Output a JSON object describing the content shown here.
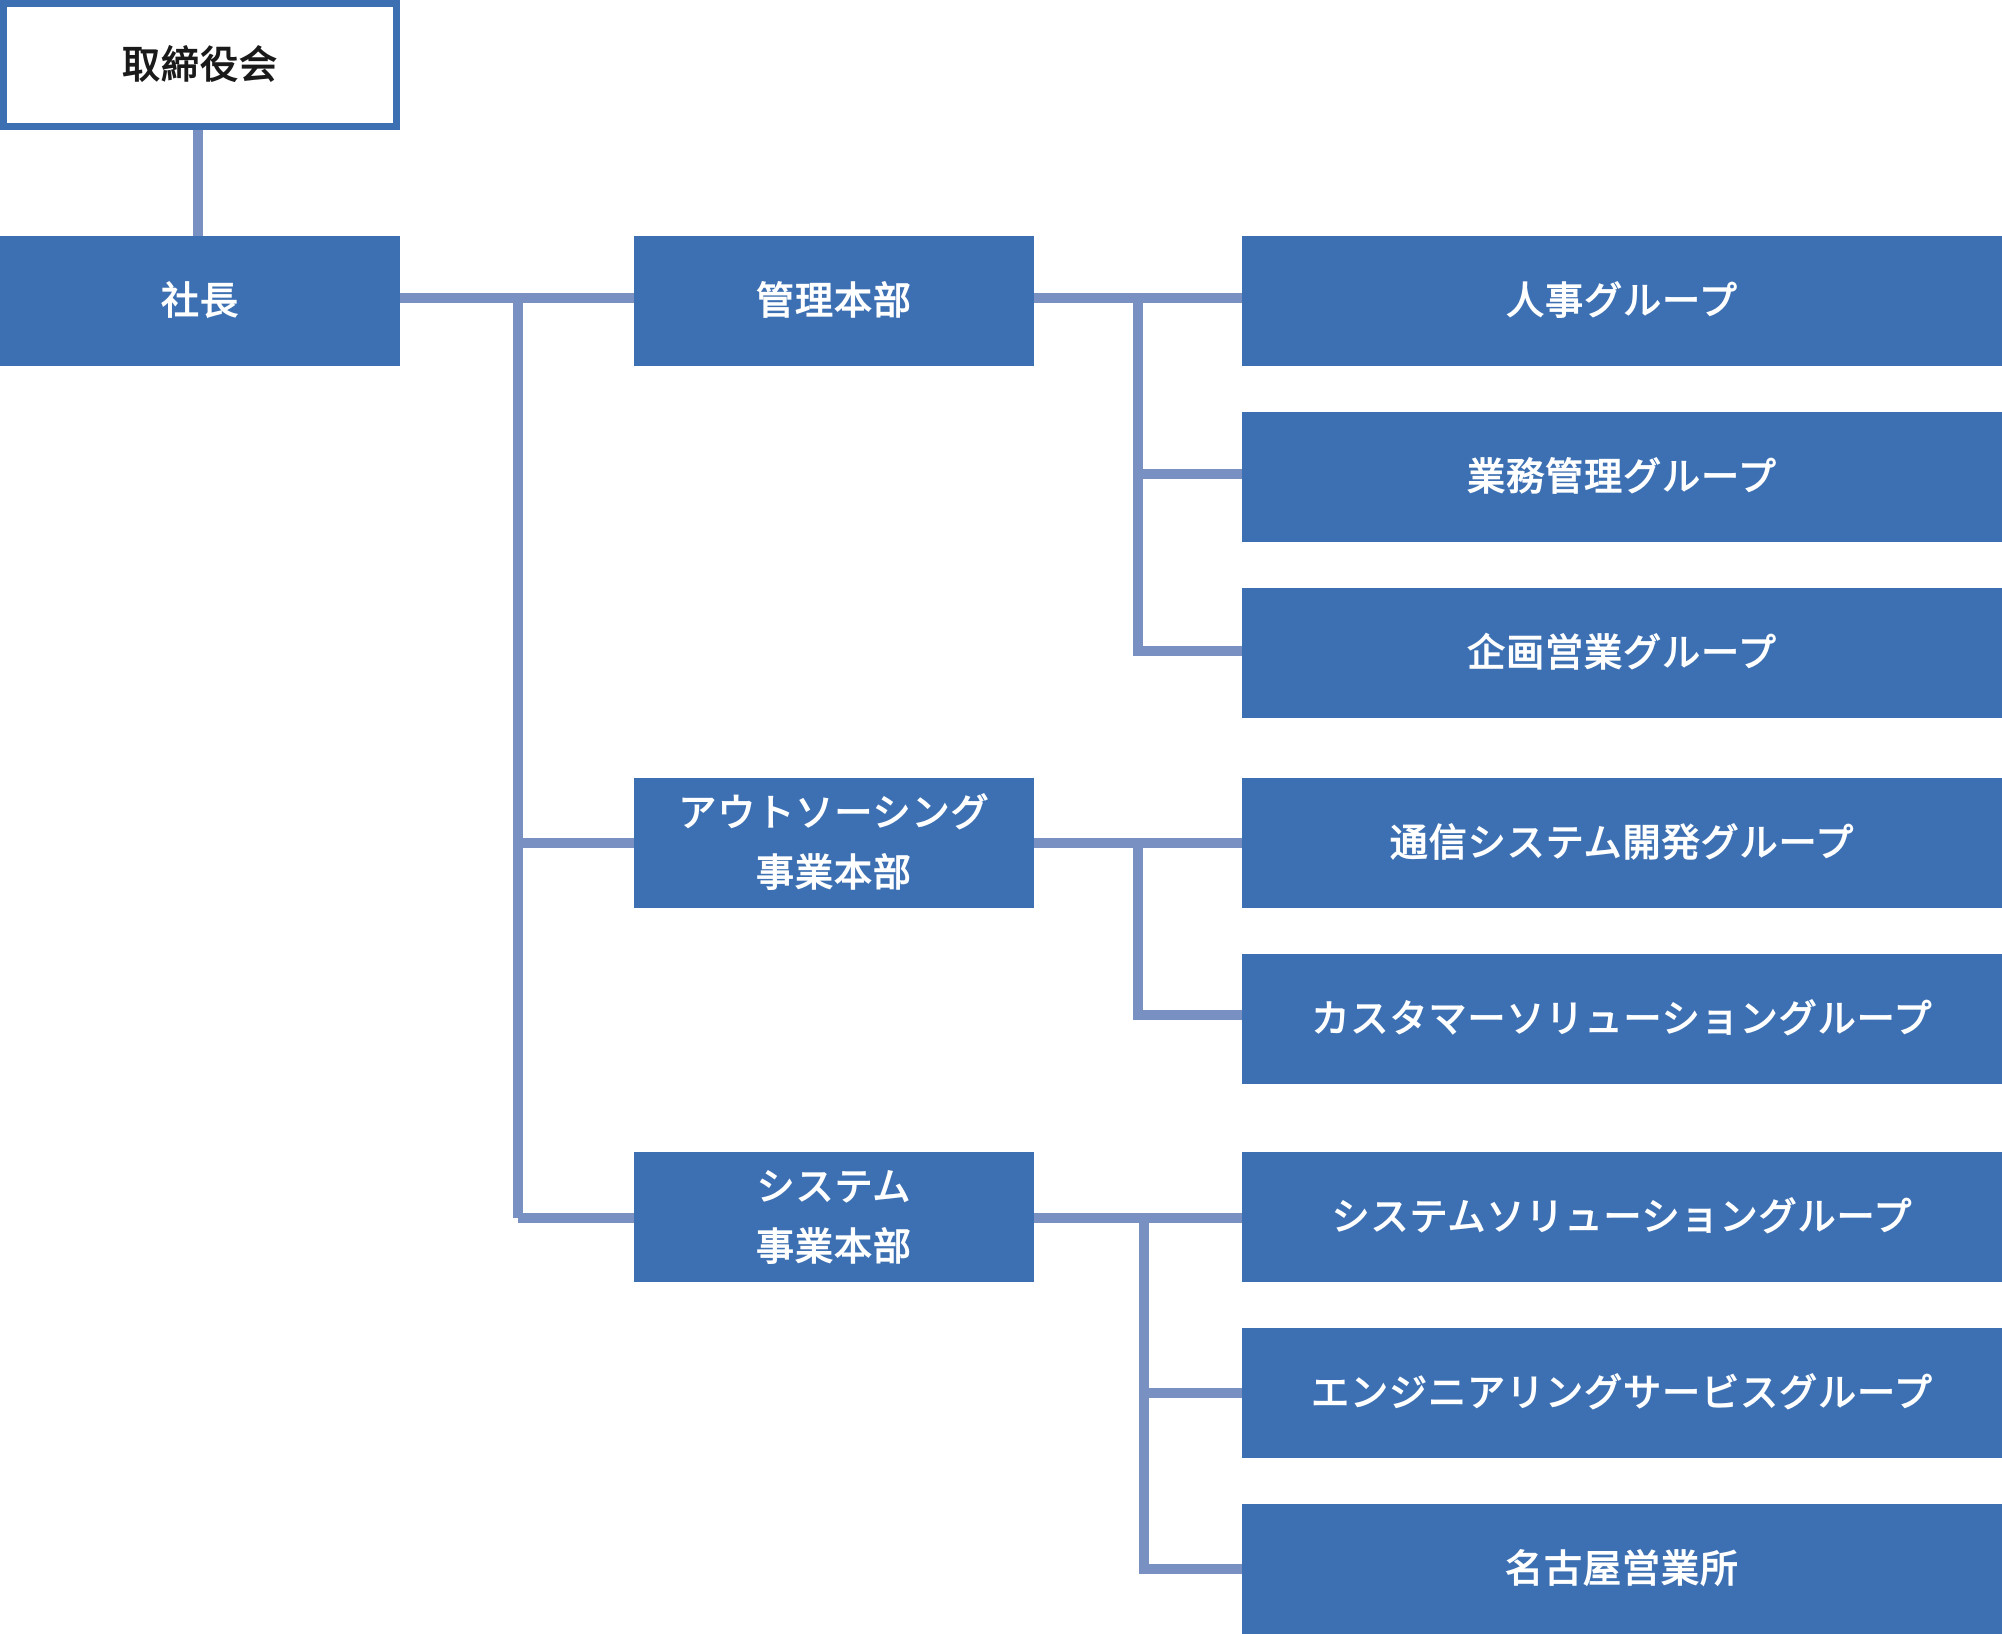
{
  "colors": {
    "box_fill": "#3d70b2",
    "connector": "#7891c2",
    "text_on_box": "#ffffff",
    "top_text": "#1a1a1a"
  },
  "org": {
    "board": "取締役会",
    "president": "社長",
    "divisions": {
      "admin": {
        "label": "管理本部"
      },
      "outsourcing": {
        "line1": "アウトソーシング",
        "line2": "事業本部"
      },
      "system": {
        "line1": "システム",
        "line2": "事業本部"
      }
    },
    "groups": {
      "hr": "人事グループ",
      "operations": "業務管理グループ",
      "planning_sales": "企画営業グループ",
      "comm_dev": "通信システム開発グループ",
      "customer_solution": "カスタマーソリューショングループ",
      "system_solution": "システムソリューショングループ",
      "engineering_service": "エンジニアリングサービスグループ",
      "nagoya_office": "名古屋営業所"
    }
  }
}
